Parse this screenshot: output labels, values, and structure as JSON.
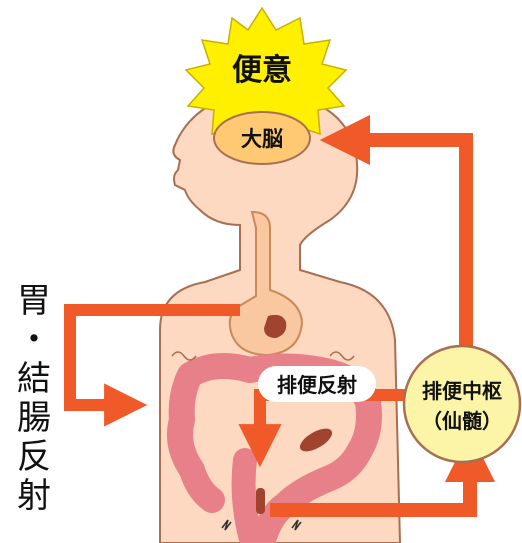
{
  "colors": {
    "skin": "#fcd9c0",
    "skin_outline": "#a86f52",
    "arrow": "#f05a28",
    "burst": "#fff000",
    "brain": "#ffc873",
    "center_circle": "#fcf5a8",
    "intestine": "#e8808a",
    "stomach": "#f9c7a0",
    "feces": "#a0442f"
  },
  "labels": {
    "urge": "便意",
    "brain": "大脳",
    "defecation_reflex": "排便反射",
    "center_line1": "排便中枢",
    "center_line2": "（仙髄）",
    "gastrocolic_reflex": [
      "胃",
      "・",
      "結",
      "腸",
      "反",
      "射"
    ]
  },
  "icons": [
    "sunburst-icon",
    "arrow-icon"
  ]
}
